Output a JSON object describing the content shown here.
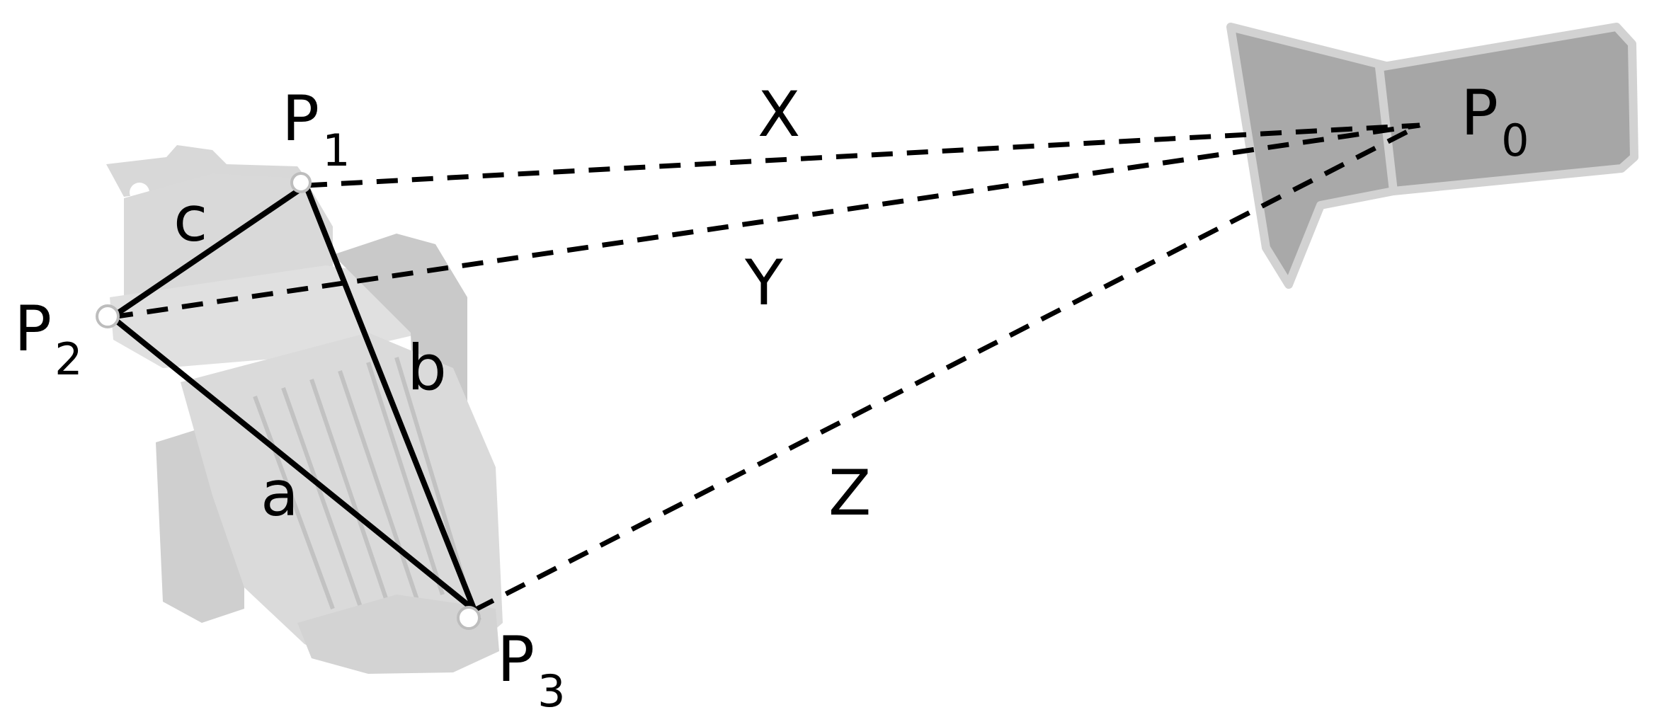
{
  "diagram": {
    "points": {
      "p0": {
        "letter": "P",
        "subscript": "0"
      },
      "p1": {
        "letter": "P",
        "subscript": "1"
      },
      "p2": {
        "letter": "P",
        "subscript": "2"
      },
      "p3": {
        "letter": "P",
        "subscript": "3"
      }
    },
    "distances": {
      "x": "X",
      "y": "Y",
      "z": "Z"
    },
    "sides": {
      "a": "a",
      "b": "b",
      "c": "c"
    },
    "colors": {
      "line": "#000000",
      "sensor_fill": "#a9a9a9",
      "sensor_edge": "#d2d2d2",
      "motor_fill": "#dcdcdc",
      "motor_shade": "#cbcbcb"
    }
  }
}
